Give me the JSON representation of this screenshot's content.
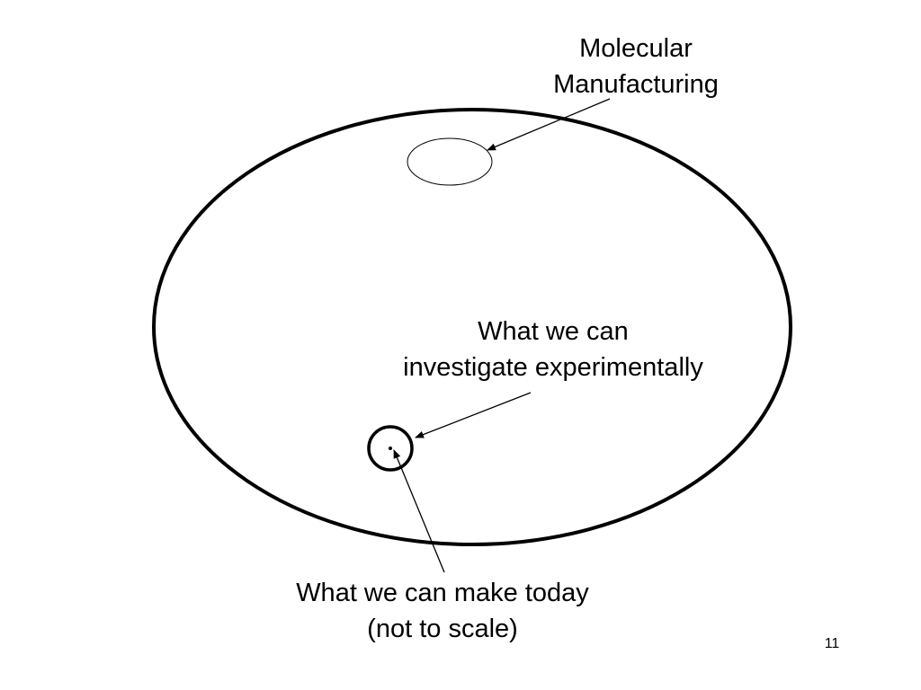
{
  "labels": {
    "molecular_manufacturing": [
      "Molecular",
      "Manufacturing"
    ],
    "investigate": [
      "What we can",
      "investigate experimentally"
    ],
    "make_today": [
      "What we can make today",
      "(not to scale)"
    ]
  },
  "slide_number": "11"
}
